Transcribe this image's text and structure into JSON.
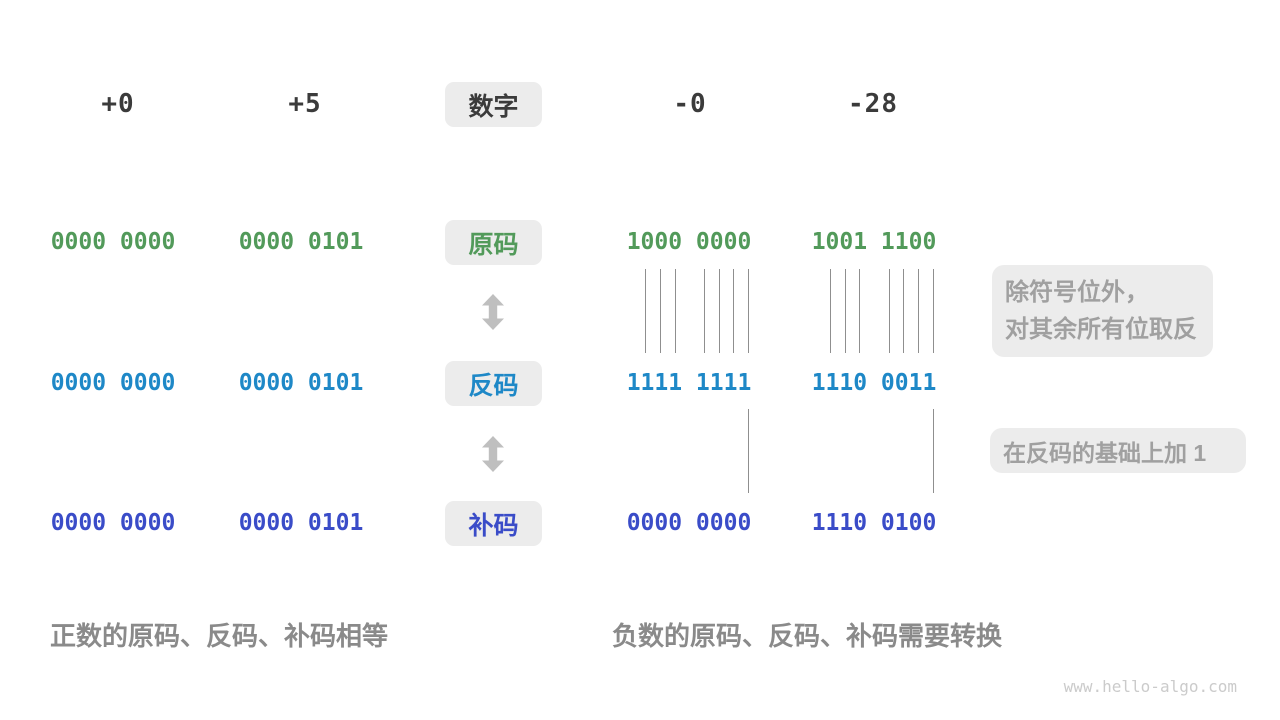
{
  "palette": {
    "sign_magnitude_green": "#529a5a",
    "ones_complement_blue": "#1e88c7",
    "twos_complement_indigo": "#3a4cc8",
    "header_dark": "#3b3b3b",
    "annotation_gray": "#a0a0a0",
    "caption_gray": "#8a8a8a",
    "label_box_bg": "#ececec"
  },
  "header": {
    "numbers": [
      "+0",
      "+5",
      "-0",
      "-28"
    ],
    "label": "数字"
  },
  "rows": [
    {
      "label": "原码",
      "values": [
        "0000 0000",
        "0000 0101",
        "1000 0000",
        "1001 1100"
      ]
    },
    {
      "label": "反码",
      "values": [
        "0000 0000",
        "0000 0101",
        "1111 1111",
        "1110 0011"
      ]
    },
    {
      "label": "补码",
      "values": [
        "0000 0000",
        "0000 0101",
        "0000 0000",
        "1110 0100"
      ]
    }
  ],
  "annotations": {
    "flip_line1": "除符号位外，",
    "flip_line2": "对其余所有位取反",
    "add_one": "在反码的基础上加 1"
  },
  "captions": {
    "positive": "正数的原码、反码、补码相等",
    "negative": "负数的原码、反码、补码需要转换"
  },
  "watermark": "www.hello-algo.com"
}
